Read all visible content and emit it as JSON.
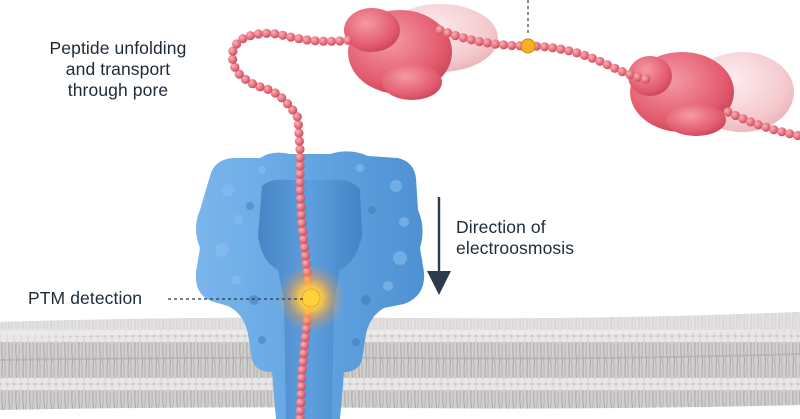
{
  "labels": {
    "peptide": {
      "lines": [
        "Peptide unfolding",
        "and transport",
        "through pore"
      ]
    },
    "direction": {
      "lines": [
        "Direction of",
        "electroosmosis"
      ]
    },
    "ptm": {
      "text": "PTM detection"
    }
  },
  "colors": {
    "pore": "#63a5e2",
    "pore_dark": "#3f7fc0",
    "peptide_bead": "#e8707d",
    "folded_protein": "#e2596c",
    "folded_protein_light": "#f3c3c8",
    "membrane": "#c9c7c6",
    "ptm_marker": "#f5b025",
    "arrow": "#2c3b4c"
  }
}
